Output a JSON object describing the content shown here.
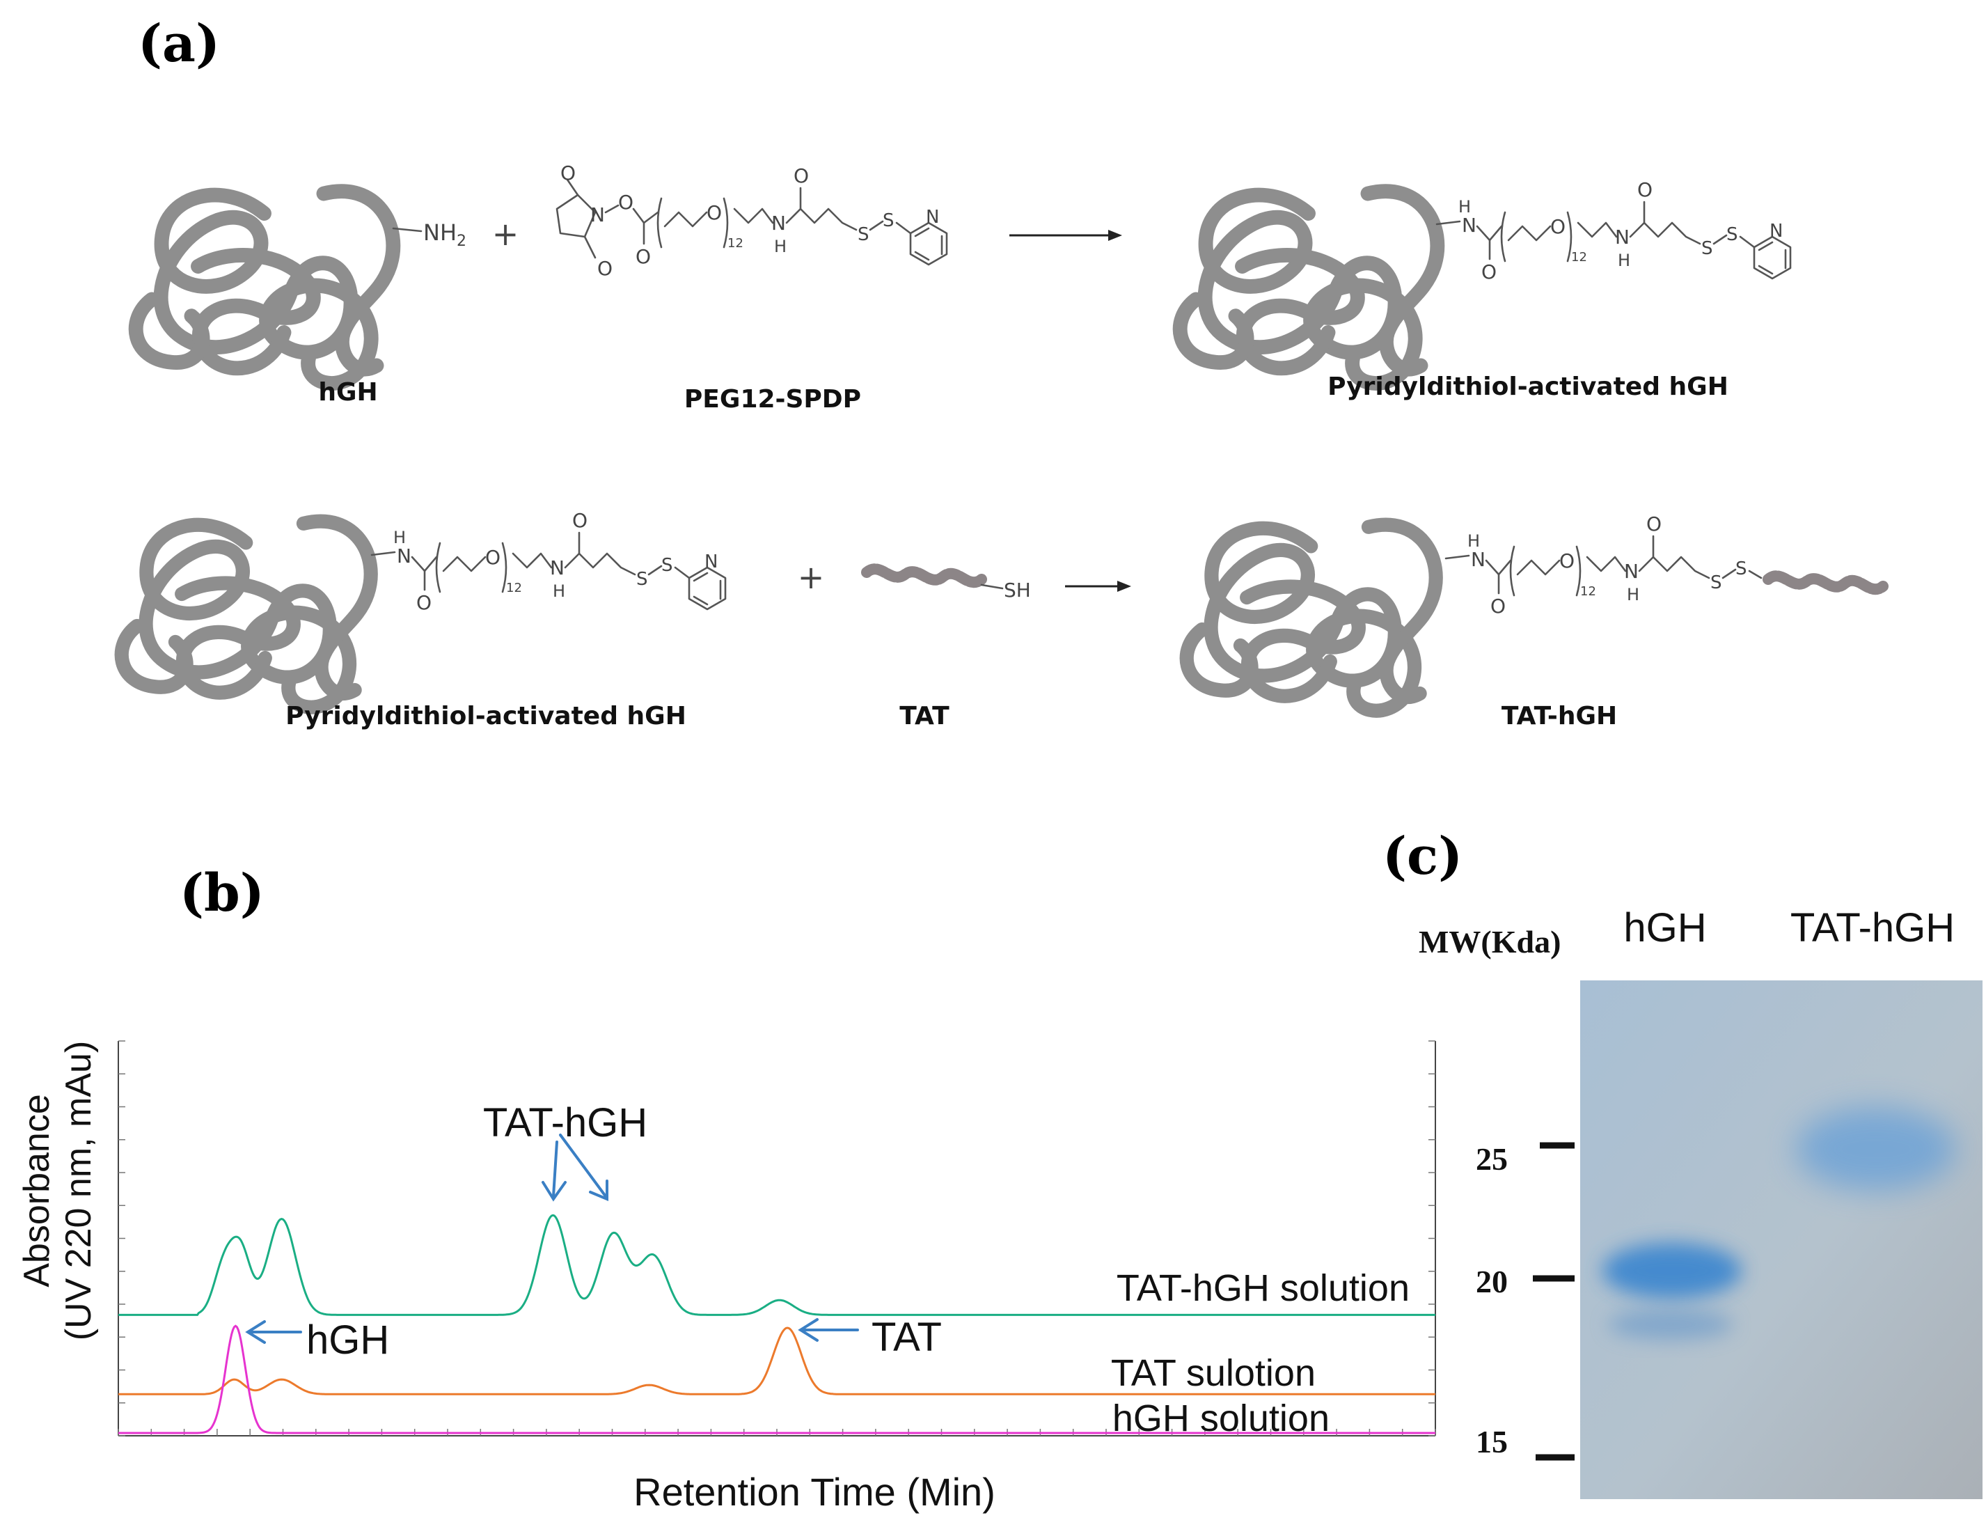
{
  "panels": {
    "a": "(a)",
    "b": "(b)",
    "c": "(c)"
  },
  "scheme": {
    "row1": {
      "hgh_caption": "hGH",
      "nh2": "NH",
      "nh2_sub": "2",
      "plus": "+",
      "peg_caption": "PEG12-SPDP",
      "product_caption": "Pyridyldithiol-activated hGH"
    },
    "row2": {
      "reactant_caption": "Pyridyldithiol-activated hGH",
      "plus": "+",
      "tat_caption": "TAT",
      "sh": "SH",
      "product_caption": "TAT-hGH"
    },
    "atoms": {
      "O": "O",
      "N": "N",
      "S": "S",
      "H": "H",
      "sub12": "12"
    }
  },
  "chart_data": {
    "type": "line",
    "xlabel": "Retention Time (Min)",
    "ylabel_line1": "Absorbance",
    "ylabel_line2": "(UV 220 nm, mAu)",
    "x_range": [
      0,
      100
    ],
    "grid": false,
    "series": [
      {
        "name": "TAT-hGH solution",
        "color": "#1aae84",
        "baseline": 0.32,
        "peaks": [
          [
            8.0,
            0.13
          ],
          [
            9.3,
            0.17
          ],
          [
            12.4,
            0.26
          ],
          [
            33.0,
            0.27
          ],
          [
            37.6,
            0.22
          ],
          [
            40.6,
            0.16
          ],
          [
            50.2,
            0.04
          ]
        ]
      },
      {
        "name": "TAT sulotion",
        "color": "#ec7a2c",
        "baseline": 0.105,
        "peaks": [
          [
            8.8,
            0.04
          ],
          [
            12.4,
            0.04
          ],
          [
            40.3,
            0.025
          ],
          [
            50.8,
            0.18
          ]
        ]
      },
      {
        "name": "hGH solution",
        "color": "#e633cf",
        "baseline": 0.0,
        "peaks": [
          [
            8.9,
            0.29
          ]
        ]
      }
    ],
    "annotations": [
      {
        "text": "TAT-hGH",
        "target": "peaks at 33.0 and 37.6"
      },
      {
        "text": "hGH",
        "target": "peak at 8.9"
      },
      {
        "text": "TAT",
        "target": "peak at 50.8"
      }
    ]
  },
  "gel": {
    "mw_label": "MW(Kda)",
    "lanes": [
      "hGH",
      "TAT-hGH"
    ],
    "markers": [
      "25",
      "20",
      "15"
    ],
    "colors": {
      "background": "#b2c2cf",
      "band": "#3f88cf"
    }
  }
}
